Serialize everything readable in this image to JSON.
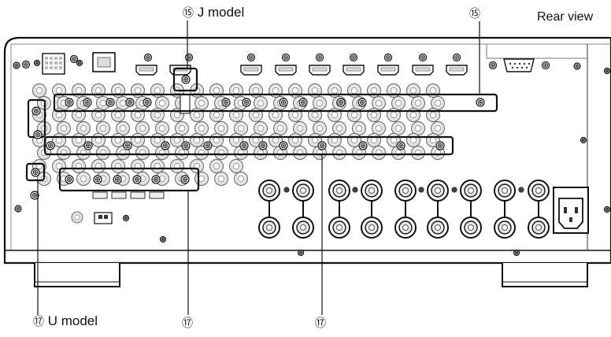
{
  "labels": {
    "j_model": {
      "number": "⑮",
      "text": "J model"
    },
    "top_right_number": "⑮",
    "rear_view": "Rear view",
    "u_model": {
      "number": "⑰",
      "text": "U model"
    },
    "bottom_number_1": "⑰",
    "bottom_number_2": "⑰"
  },
  "colors": {
    "outline": "#111111",
    "panel_fill": "#ffffff",
    "jack_fill": "#e6e6e6",
    "jack_shade": "#cfcfcf"
  }
}
